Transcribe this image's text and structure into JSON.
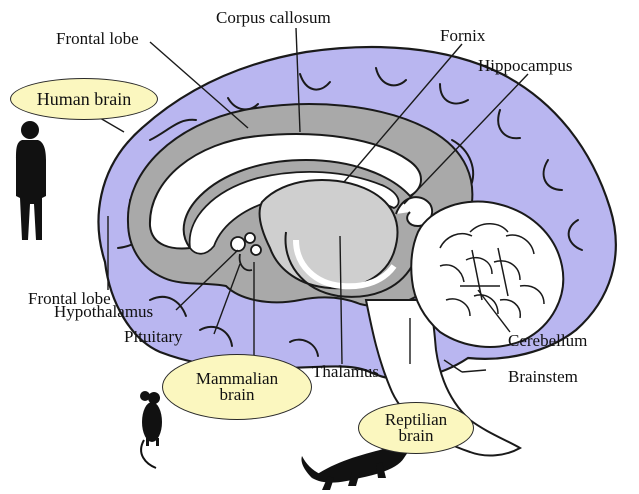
{
  "labels": {
    "corpus_callosum": "Corpus callosum",
    "frontal_lobe_top": "Frontal lobe",
    "fornix": "Fornix",
    "hippocampus": "Hippocampus",
    "frontal_lobe_bottom": "Frontal lobe",
    "hypothalamus": "Hypothalamus",
    "pituitary": "Pituitary",
    "thalamus": "Thalamus",
    "cerebellum": "Cerebellum",
    "brainstem": "Brainstem"
  },
  "bubbles": {
    "human_brain": "Human brain",
    "mammalian_line1": "Mammalian",
    "mammalian_line2": "brain",
    "reptilian_line1": "Reptilian",
    "reptilian_line2": "brain"
  },
  "colors": {
    "cortex": "#b9b6f0",
    "inner_gray": "#a9a9a9",
    "core_gray": "#cfcfcf",
    "bubble_fill": "#fbf7bf",
    "silhouette": "#111111"
  },
  "icons": [
    "human-silhouette-icon",
    "mouse-silhouette-icon",
    "crocodile-silhouette-icon"
  ]
}
